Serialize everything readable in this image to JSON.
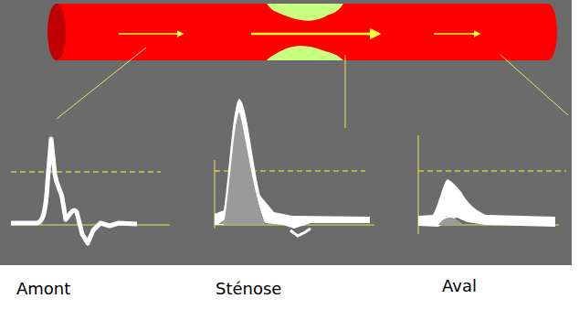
{
  "diagram": {
    "labels": [
      "Amont",
      "Sténose",
      "Aval"
    ]
  }
}
